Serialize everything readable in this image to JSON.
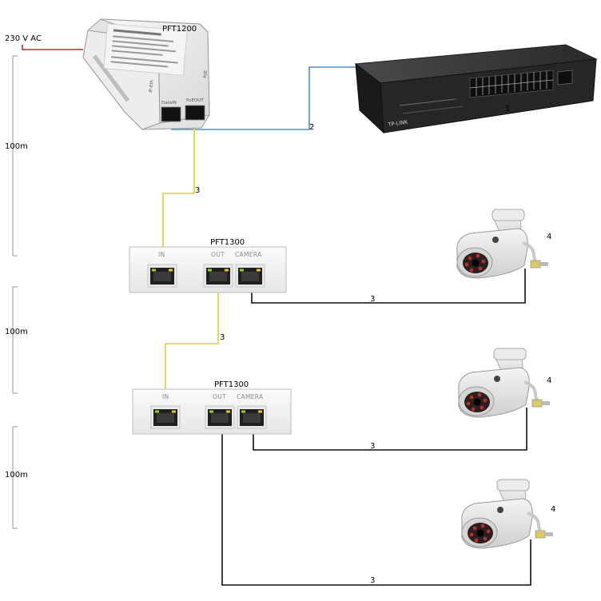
{
  "power": {
    "label": "230 V AC"
  },
  "injector": {
    "label": "PFT1200",
    "port_data_in": "DataIN",
    "port_poe_out": "PoEOUT",
    "side_left": "IP-Eth",
    "side_right": "PoE"
  },
  "switch": {
    "number": "1",
    "brand": "TP-LINK"
  },
  "cables": {
    "switch_to_injector": "2",
    "injector_to_ext1": "3",
    "ext1_to_camera1": "3",
    "ext1_to_ext2": "3",
    "ext2_to_camera2": "3",
    "ext2_to_camera3": "3"
  },
  "extenders": [
    {
      "label": "PFT1300",
      "port_in": "IN",
      "port_out": "OUT",
      "port_camera": "CAMERA"
    },
    {
      "label": "PFT1300",
      "port_in": "IN",
      "port_out": "OUT",
      "port_camera": "CAMERA"
    }
  ],
  "cameras": [
    {
      "number": "4"
    },
    {
      "number": "4"
    },
    {
      "number": "4"
    }
  ],
  "distances": [
    {
      "label": "100m"
    },
    {
      "label": "100m"
    },
    {
      "label": "100m"
    }
  ],
  "colors": {
    "power_wire": "#c0282d",
    "ethernet_blue": "#4d90c8",
    "ethernet_yellow": "#e8d24a",
    "ethernet_black": "#111111"
  }
}
